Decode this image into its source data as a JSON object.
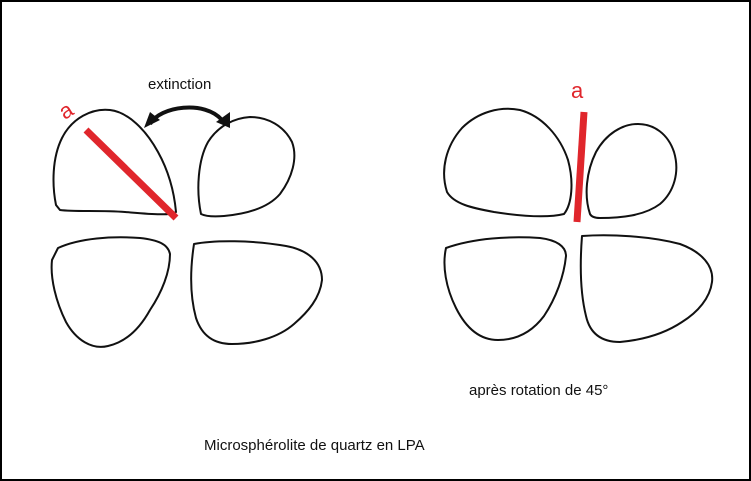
{
  "figure": {
    "extinction_label": "extinction",
    "axis_label_left": "a",
    "axis_label_right": "a",
    "rotation_caption": "après rotation de 45°",
    "main_caption": "Microsphérolite de quartz en LPA"
  },
  "colors": {
    "axis": "#e0262c",
    "outline": "#111111",
    "background": "#ffffff",
    "border": "#000000"
  }
}
